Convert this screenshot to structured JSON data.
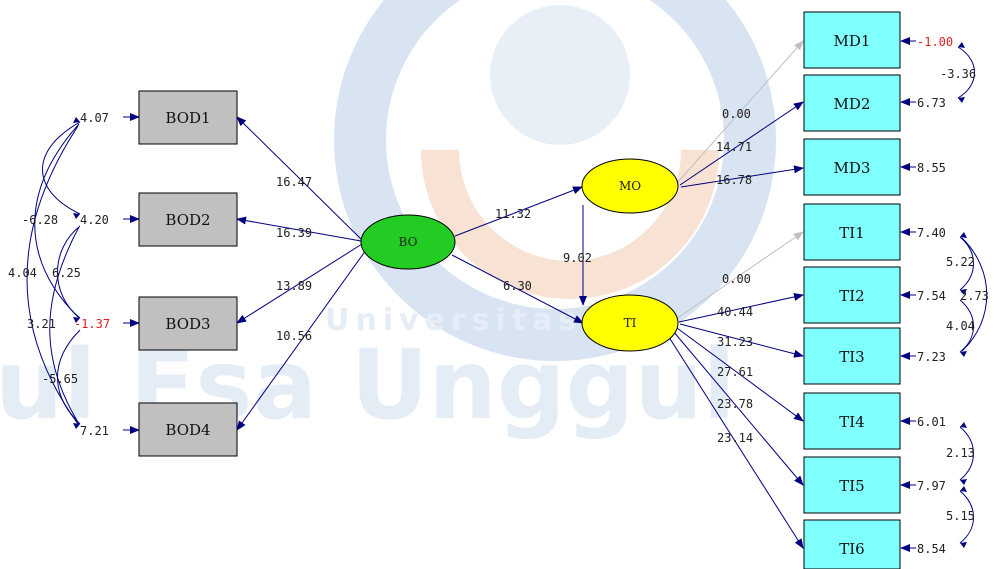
{
  "watermark": {
    "text": "ul Esa Unggul",
    "subtext": "Universitas"
  },
  "colors": {
    "observed_left": "#c0c0c0",
    "observed_right": "#80ffff",
    "exogenous": "#22cc22",
    "endogenous": "#ffff00",
    "path": "#000080",
    "fixed_path": "#c0c0c0",
    "negative_variance": "#e02020"
  },
  "latents": {
    "bo": "BO",
    "mo": "MO",
    "ti": "TI"
  },
  "left_indicators": {
    "bod1": {
      "label": "BOD1",
      "loading": "16.47",
      "error": "4.07"
    },
    "bod2": {
      "label": "BOD2",
      "loading": "16.39",
      "error": "4.20"
    },
    "bod3": {
      "label": "BOD3",
      "loading": "13.89",
      "error": "-1.37"
    },
    "bod4": {
      "label": "BOD4",
      "loading": "10.56",
      "error": "7.21"
    }
  },
  "left_covariances": {
    "c13": "4.04",
    "c12": "-6.28",
    "c24": "6.25",
    "c14": "3.21",
    "c34": "-5.65"
  },
  "structural": {
    "bo_mo": "11.32",
    "bo_ti": "6.30",
    "mo_ti": "9.02"
  },
  "md_indicators": {
    "md1": {
      "label": "MD1",
      "loading": "0.00",
      "error": "-1.00"
    },
    "md2": {
      "label": "MD2",
      "loading": "14.71",
      "error": "6.73"
    },
    "md3": {
      "label": "MD3",
      "loading": "16.78",
      "error": "8.55"
    }
  },
  "md_covariances": {
    "c12": "-3.36"
  },
  "ti_indicators": {
    "ti1": {
      "label": "TI1",
      "loading": "0.00",
      "error": "7.40"
    },
    "ti2": {
      "label": "TI2",
      "loading": "40.44",
      "error": "7.54"
    },
    "ti3": {
      "label": "TI3",
      "loading": "31.23",
      "error": "7.23"
    },
    "ti4": {
      "label": "TI4",
      "loading": "27.61",
      "error": "6.01"
    },
    "ti5": {
      "label": "TI5",
      "loading": "23.78",
      "error": "7.97"
    },
    "ti6": {
      "label": "TI6",
      "loading": "23.14",
      "error": "8.54"
    }
  },
  "ti_covariances": {
    "c12": "5.22",
    "c13": "2.73",
    "c23": "4.04",
    "c45": "2.13",
    "c56": "5.15"
  }
}
